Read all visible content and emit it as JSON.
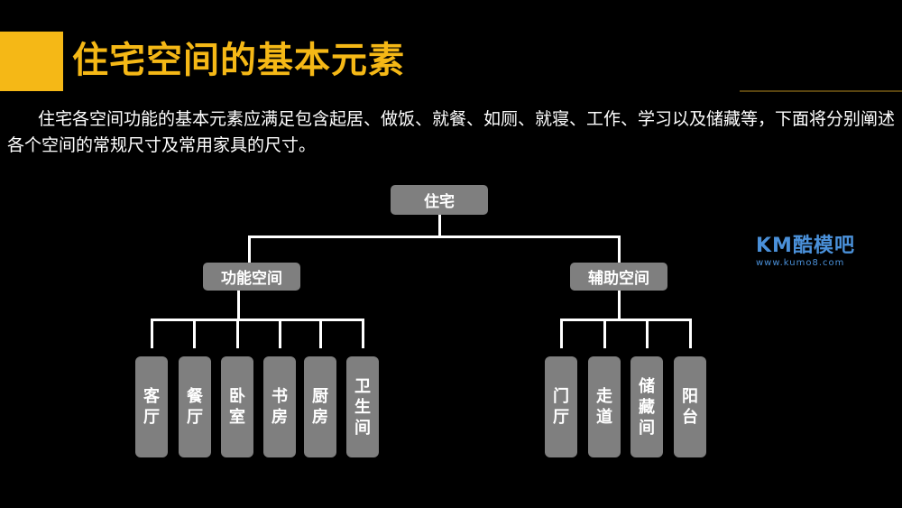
{
  "header": {
    "title": "住宅空间的基本元素"
  },
  "intro": "住宅各空间功能的基本元素应满足包含起居、做饭、就餐、如厕、就寝、工作、学习以及储藏等，下面将分别阐述各个空间的常规尺寸及常用家具的尺寸。",
  "diagram": {
    "root": "住宅",
    "branches": [
      {
        "label": "功能空间",
        "leaves": [
          "客厅",
          "餐厅",
          "卧室",
          "书房",
          "厨房",
          "卫生间"
        ]
      },
      {
        "label": "辅助空间",
        "leaves": [
          "门厅",
          "走道",
          "储藏间",
          "阳台"
        ]
      }
    ]
  },
  "watermark": {
    "brand": "KM酷模吧",
    "url": "www.kumo8.com"
  },
  "colors": {
    "accent": "#f5b816",
    "node": "#7f7f7f",
    "background": "#000000",
    "logo": "#4a90d9"
  }
}
